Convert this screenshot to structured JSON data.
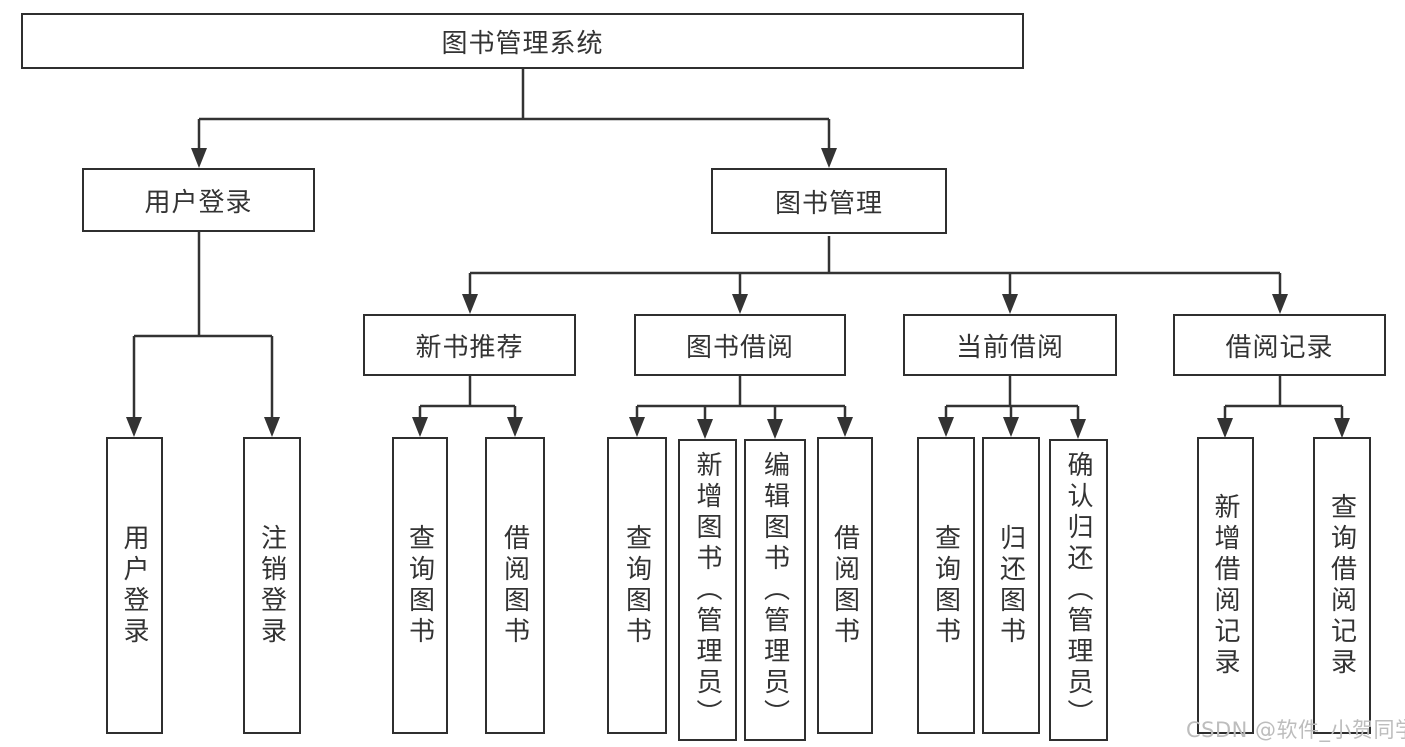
{
  "tree": {
    "label": "图书管理系统",
    "children": [
      {
        "label": "用户登录",
        "children": [
          {
            "label": "用户登录"
          },
          {
            "label": "注销登录"
          }
        ]
      },
      {
        "label": "图书管理",
        "children": [
          {
            "label": "新书推荐",
            "children": [
              {
                "label": "查询图书"
              },
              {
                "label": "借阅图书"
              }
            ]
          },
          {
            "label": "图书借阅",
            "children": [
              {
                "label": "查询图书"
              },
              {
                "label": "新增图书（管理员）"
              },
              {
                "label": "编辑图书（管理员）"
              },
              {
                "label": "借阅图书"
              }
            ]
          },
          {
            "label": "当前借阅",
            "children": [
              {
                "label": "查询图书"
              },
              {
                "label": "归还图书"
              },
              {
                "label": "确认归还（管理员）"
              }
            ]
          },
          {
            "label": "借阅记录",
            "children": [
              {
                "label": "新增借阅记录"
              },
              {
                "label": "查询借阅记录"
              }
            ]
          }
        ]
      }
    ]
  },
  "watermark": {
    "text": "CSDN @软件_小贺同学"
  },
  "colors": {
    "line": "#333333",
    "box_border": "#2f2f2f",
    "text": "#333333",
    "background": "#ffffff",
    "watermark_text": "#bdbdbd"
  }
}
